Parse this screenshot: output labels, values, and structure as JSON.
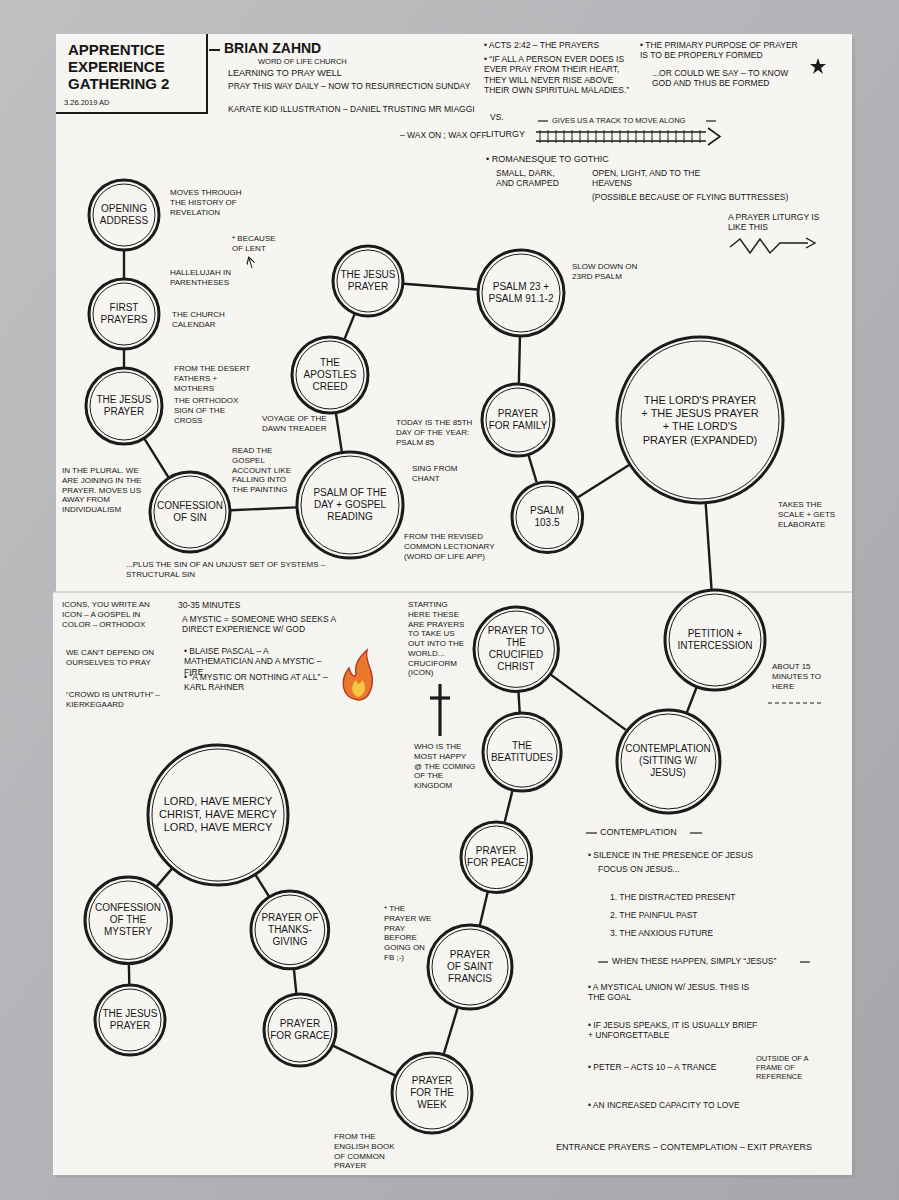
{
  "diagram": {
    "title": "APPRENTICE EXPERIENCE GATHERING 2",
    "nodes": [
      {
        "text": [
          "OPENING ADDRESS"
        ]
      },
      {
        "text": [
          "FIRST PRAYERS"
        ]
      },
      {
        "text": [
          "THE JESUS PRAYER"
        ]
      },
      {
        "text": [
          "CONFESSION OF SIN"
        ]
      },
      {
        "text": [
          "PSALM OF THE DAY + GOSPEL READING"
        ]
      },
      {
        "text": [
          "THE APOSTLES CREED"
        ]
      },
      {
        "text": [
          "THE JESUS PRAYER"
        ]
      },
      {
        "text": [
          "PSALM 23 + PSALM 91.1-2"
        ]
      },
      {
        "text": [
          "PRAYER FOR FAMILY"
        ]
      },
      {
        "text": [
          "PSALM 103.5"
        ]
      },
      {
        "text": [
          "THE LORD'S PRAYER + THE JESUS PRAYER + THE LORD'S PRAYER (EXPANDED)"
        ]
      },
      {
        "text": [
          "PETITION + INTERCESSION"
        ]
      },
      {
        "text": [
          "CONTEMPLATION (SITTING W/ JESUS)"
        ]
      },
      {
        "text": [
          "PRAYER TO THE CRUCIFIED CHRIST"
        ]
      },
      {
        "text": [
          "THE BEATITUDES"
        ]
      },
      {
        "text": [
          "PRAYER FOR PEACE"
        ]
      },
      {
        "text": [
          "PRAYER OF SAINT FRANCIS"
        ]
      },
      {
        "text": [
          "PRAYER FOR THE WEEK"
        ]
      },
      {
        "text": [
          "PRAYER FOR GRACE"
        ]
      },
      {
        "text": [
          "PRAYER OF THANKS-GIVING"
        ]
      },
      {
        "text": [
          "LORD, HAVE MERCY CHRIST, HAVE MERCY LORD, HAVE MERCY"
        ]
      },
      {
        "text": [
          "CONFESSION OF THE MYSTERY"
        ]
      },
      {
        "text": [
          "THE JESUS PRAYER"
        ]
      }
    ],
    "edges": [
      {
        "from": 0,
        "to": 1,
        "arrow": "none"
      },
      {
        "from": 1,
        "to": 2,
        "arrow": "none"
      },
      {
        "from": 2,
        "to": 3,
        "arrow": "none"
      },
      {
        "from": 3,
        "to": 4,
        "arrow": "none"
      },
      {
        "from": 4,
        "to": 5,
        "arrow": "none"
      },
      {
        "from": 5,
        "to": 6,
        "arrow": "none"
      },
      {
        "from": 6,
        "to": 7,
        "arrow": "none"
      },
      {
        "from": 7,
        "to": 8,
        "arrow": "none"
      },
      {
        "from": 8,
        "to": 9,
        "arrow": "none"
      },
      {
        "from": 9,
        "to": 10,
        "arrow": "none"
      },
      {
        "from": 10,
        "to": 11,
        "arrow": "none"
      },
      {
        "from": 11,
        "to": 12,
        "arrow": "none"
      },
      {
        "from": 12,
        "to": 13,
        "arrow": "none"
      },
      {
        "from": 13,
        "to": 14,
        "arrow": "none"
      },
      {
        "from": 14,
        "to": 15,
        "arrow": "none"
      },
      {
        "from": 15,
        "to": 16,
        "arrow": "none"
      },
      {
        "from": 16,
        "to": 17,
        "arrow": "none"
      },
      {
        "from": 17,
        "to": 18,
        "arrow": "none"
      },
      {
        "from": 18,
        "to": 19,
        "arrow": "none"
      },
      {
        "from": 19,
        "to": 20,
        "arrow": "none"
      },
      {
        "from": 20,
        "to": 21,
        "arrow": "none"
      },
      {
        "from": 21,
        "to": 22,
        "arrow": "none"
      }
    ],
    "labels": [
      "3.26.2019 AD",
      "BRIAN ZAHND",
      "WORD OF LIFE CHURCH",
      "LEARNING TO PRAY WELL",
      "PRAY THIS WAY DAILY – NOW TO RESURRECTION SUNDAY",
      "KARATE KID ILLUSTRATION – DANIEL TRUSTING MR MIAGGI",
      "– WAX ON ; WAX OFF",
      "• ACTS 2:42 – THE PRAYERS",
      "• “IF ALL A PERSON EVER DOES IS EVER PRAY FROM THEIR HEART, THEY WILL NEVER RISE ABOVE THEIR OWN SPIRITUAL MALADIES.”",
      "VS.",
      "LITURGY",
      "GIVES US A TRACK TO MOVE ALONG",
      "• THE PRIMARY PURPOSE OF PRAYER IS TO BE PROPERLY FORMED",
      "...OR COULD WE SAY – TO KNOW GOD AND THUS BE FORMED",
      "• ROMANESQUE TO GOTHIC",
      "SMALL, DARK, AND CRAMPED",
      "OPEN, LIGHT, AND TO THE HEAVENS",
      "(POSSIBLE BECAUSE OF FLYING BUTTRESSES)",
      "A PRAYER LITURGY IS LIKE THIS",
      "MOVES THROUGH THE HISTORY OF REVELATION",
      "* BECAUSE OF LENT",
      "HALLELUJAH IN PARENTHESES",
      "THE CHURCH CALENDAR",
      "FROM THE DESERT FATHERS + MOTHERS",
      "THE ORTHODOX SIGN OF THE CROSS",
      "IN THE PLURAL. WE ARE JOINING IN THE PRAYER. MOVES US AWAY FROM INDIVIDUALISM",
      "...PLUS THE SIN OF AN UNJUST SET OF SYSTEMS – STRUCTURAL SIN",
      "VOYAGE OF THE DAWN TREADER",
      "READ THE GOSPEL ACCOUNT LIKE FALLING INTO THE PAINTING",
      "TODAY IS THE 85TH DAY OF THE YEAR: PSALM 85",
      "SING FROM CHANT",
      "FROM THE REVISED COMMON LECTIONARY (WORD OF LIFE APP)",
      "SLOW DOWN ON 23RD PSALM",
      "TAKES THE SCALE + GETS ELABORATE",
      "ABOUT 15 MINUTES TO HERE",
      "ICONS, YOU WRITE AN ICON – A GOSPEL IN COLOR – ORTHODOX",
      "30-35 MINUTES",
      "A MYSTIC = SOMEONE WHO SEEKS A DIRECT EXPERIENCE W/ GOD",
      "WE CAN'T DEPEND ON OURSELVES TO PRAY",
      "• BLAISE PASCAL – A MATHEMATICIAN AND A MYSTIC – FIRE",
      "• “A MYSTIC OR NOTHING AT ALL” – KARL RAHNER",
      "“CROWD IS UNTRUTH” – KIERKEGAARD",
      "STARTING HERE THESE ARE PRAYERS TO TAKE US OUT INTO THE WORLD... CRUCIFORM (ICON)",
      "WHO IS THE MOST HAPPY @ THE COMING OF THE KINGDOM",
      "* THE PRAYER WE PRAY BEFORE GOING ON FB ;-)",
      "FROM THE ENGLISH BOOK OF COMMON PRAYER",
      "CONTEMPLATION",
      "• SILENCE IN THE PRESENCE OF JESUS",
      "FOCUS ON JESUS...",
      "1. THE DISTRACTED PRESENT",
      "2. THE PAINFUL PAST",
      "3. THE ANXIOUS FUTURE",
      "WHEN THESE HAPPEN, SIMPLY “JESUS”",
      "• A MYSTICAL UNION W/ JESUS. THIS IS THE GOAL",
      "• IF JESUS SPEAKS, IT IS USUALLY BRIEF + UNFORGETTABLE",
      "• PETER – ACTS 10 – A TRANCE",
      "OUTSIDE OF A FRAME OF REFERENCE",
      "• AN INCREASED CAPACITY TO LOVE",
      "ENTRANCE PRAYERS – CONTEMPLATION – EXIT PRAYERS"
    ]
  }
}
